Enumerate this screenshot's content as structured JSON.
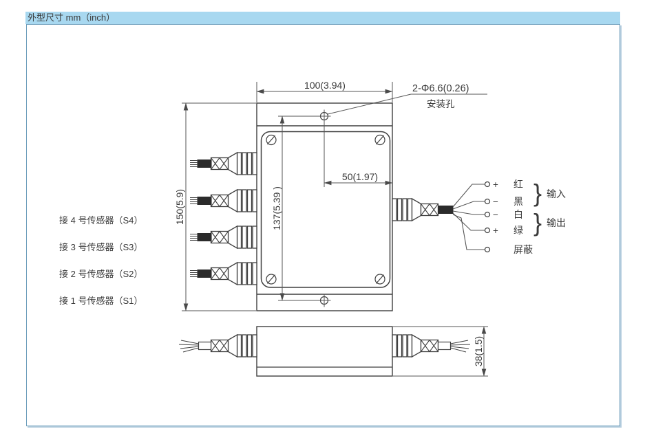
{
  "header": {
    "title": "外型尺寸 mm（inch）"
  },
  "colors": {
    "header_bg": "#a8d8f0",
    "panel_border": "#6f9fbc",
    "line": "#3f3f3f"
  },
  "drawing": {
    "dims": {
      "body_width": "100(3.94)",
      "overall_height": "150(5.9)",
      "hole_pitch": "137(5.39 )",
      "hole_offset": "50(1.97)",
      "body_depth": "38(1.5)"
    },
    "hole_callout": {
      "line1": "2-Φ6.6(0.26)",
      "line2": "安装孔"
    },
    "sensor_labels": [
      "接 4 号传感器（S4）",
      "接 3 号传感器（S3）",
      "接 2 号传感器（S2）",
      "接 1 号传感器（S1）"
    ],
    "terminals": {
      "signs": [
        "+",
        "−",
        "−",
        "+"
      ],
      "wires": [
        "红",
        "黑",
        "白",
        "绿"
      ],
      "shield": "屏蔽",
      "brace": "}",
      "input_label": "输入",
      "output_label": "输出"
    }
  }
}
